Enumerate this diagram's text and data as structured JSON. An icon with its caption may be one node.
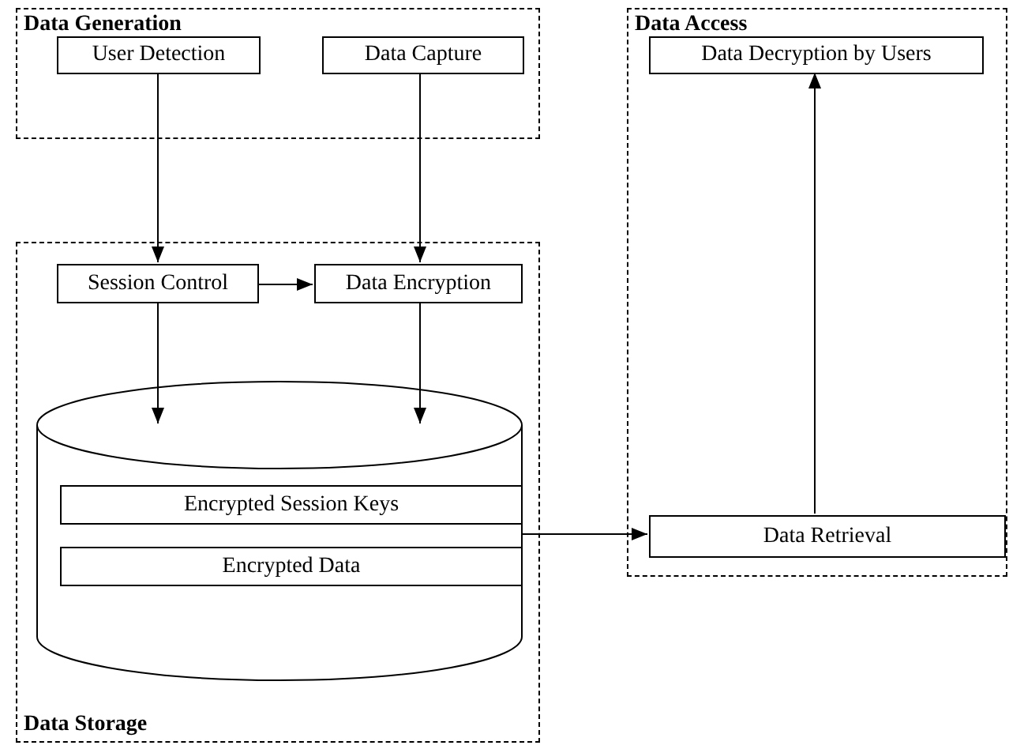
{
  "diagram": {
    "nodes": [
      {
        "text": [
          "Data Generation"
        ]
      },
      {
        "text": [
          "User Detection"
        ],
        "in": 0
      },
      {
        "text": [
          "Data Capture"
        ],
        "in": 0
      },
      {
        "text": [
          "Data Access"
        ]
      },
      {
        "text": [
          "Data Decryption by Users"
        ],
        "in": 3
      },
      {
        "text": [
          "Data Storage"
        ]
      },
      {
        "text": [
          "Session Control"
        ],
        "in": 5
      },
      {
        "text": [
          "Data Encryption"
        ],
        "in": 5
      },
      {
        "text": [],
        "shape": "cylinder",
        "in": 5
      },
      {
        "text": [
          "Encrypted Session Keys"
        ],
        "in": 8
      },
      {
        "text": [
          "Encrypted Data"
        ],
        "in": 8
      },
      {
        "text": [
          "Data Retrieval"
        ],
        "in": 3
      }
    ],
    "edges": [
      {
        "from": 1,
        "to": 6,
        "arrow": "to"
      },
      {
        "from": 2,
        "to": 7,
        "arrow": "to"
      },
      {
        "from": 6,
        "to": 7,
        "arrow": "to"
      },
      {
        "from": 6,
        "to": 8,
        "arrow": "to"
      },
      {
        "from": 7,
        "to": 8,
        "arrow": "to"
      },
      {
        "from": 8,
        "to": 11,
        "arrow": "to"
      },
      {
        "from": 11,
        "to": 4,
        "arrow": "to"
      }
    ]
  }
}
